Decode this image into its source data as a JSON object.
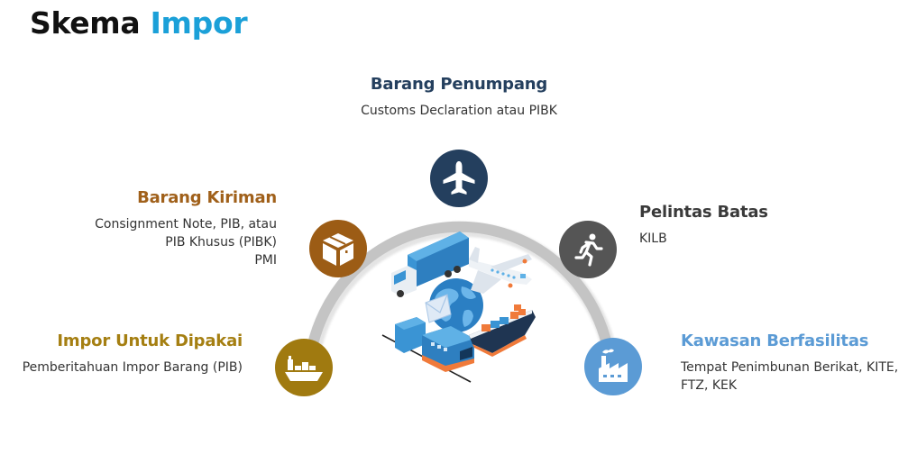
{
  "title": {
    "part1": "Skema",
    "part2": "Impor",
    "colors": {
      "part1": "#111111",
      "part2": "#1ba0d8"
    }
  },
  "arc": {
    "color": "#c4c4c4"
  },
  "nodes": [
    {
      "id": "barang-penumpang",
      "heading": "Barang Penumpang",
      "description": [
        "Customs Declaration atau PIBK"
      ],
      "icon": "airplane-icon",
      "heading_color": "#243f5e",
      "circle_color": "#243f5e"
    },
    {
      "id": "barang-kiriman",
      "heading": "Barang Kiriman",
      "description": [
        "Consignment Note, PIB, atau",
        "PIB Khusus (PIBK)",
        "PMI"
      ],
      "icon": "package-box-icon",
      "heading_color": "#a0601a",
      "circle_color": "#9c5c15"
    },
    {
      "id": "pelintas-batas",
      "heading": "Pelintas Batas",
      "description": [
        "KILB"
      ],
      "icon": "running-person-icon",
      "heading_color": "#3a3a3a",
      "circle_color": "#555555"
    },
    {
      "id": "impor-untuk-dipakai",
      "heading": "Impor Untuk Dipakai",
      "description": [
        "Pemberitahuan Impor Barang (PIB)"
      ],
      "icon": "cargo-ship-icon",
      "heading_color": "#a57f12",
      "circle_color": "#a07a10"
    },
    {
      "id": "kawasan-berfasilitas",
      "heading": "Kawasan Berfasilitas",
      "description": [
        "Tempat Penimbunan Berikat, KITE,",
        "FTZ, KEK"
      ],
      "icon": "factory-icon",
      "heading_color": "#5b9bd5",
      "circle_color": "#5b9bd5"
    }
  ],
  "center_illustration": {
    "icon": "global-logistics-illustration",
    "elements": [
      "truck-icon",
      "airplane-icon",
      "globe-icon",
      "envelope-icon",
      "train-icon",
      "container-ship-icon"
    ]
  }
}
